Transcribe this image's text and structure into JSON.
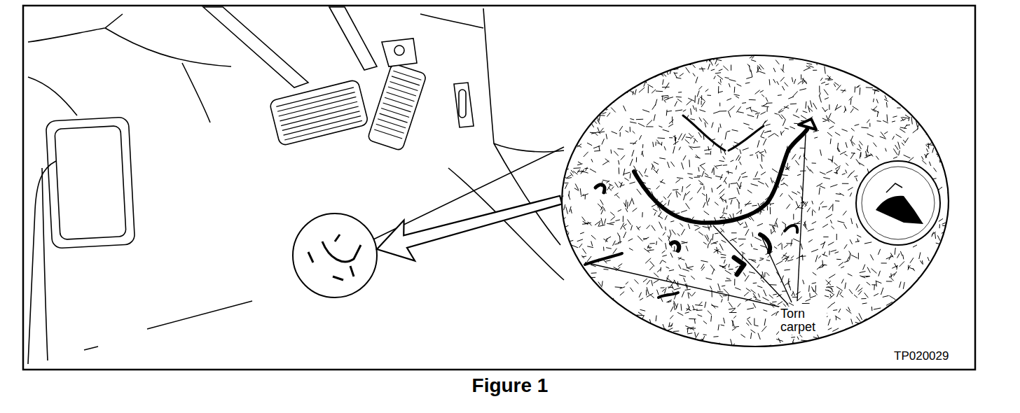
{
  "diagram": {
    "caption": "Figure 1",
    "labels": [
      "Torn carpet",
      "TP020029"
    ]
  }
}
